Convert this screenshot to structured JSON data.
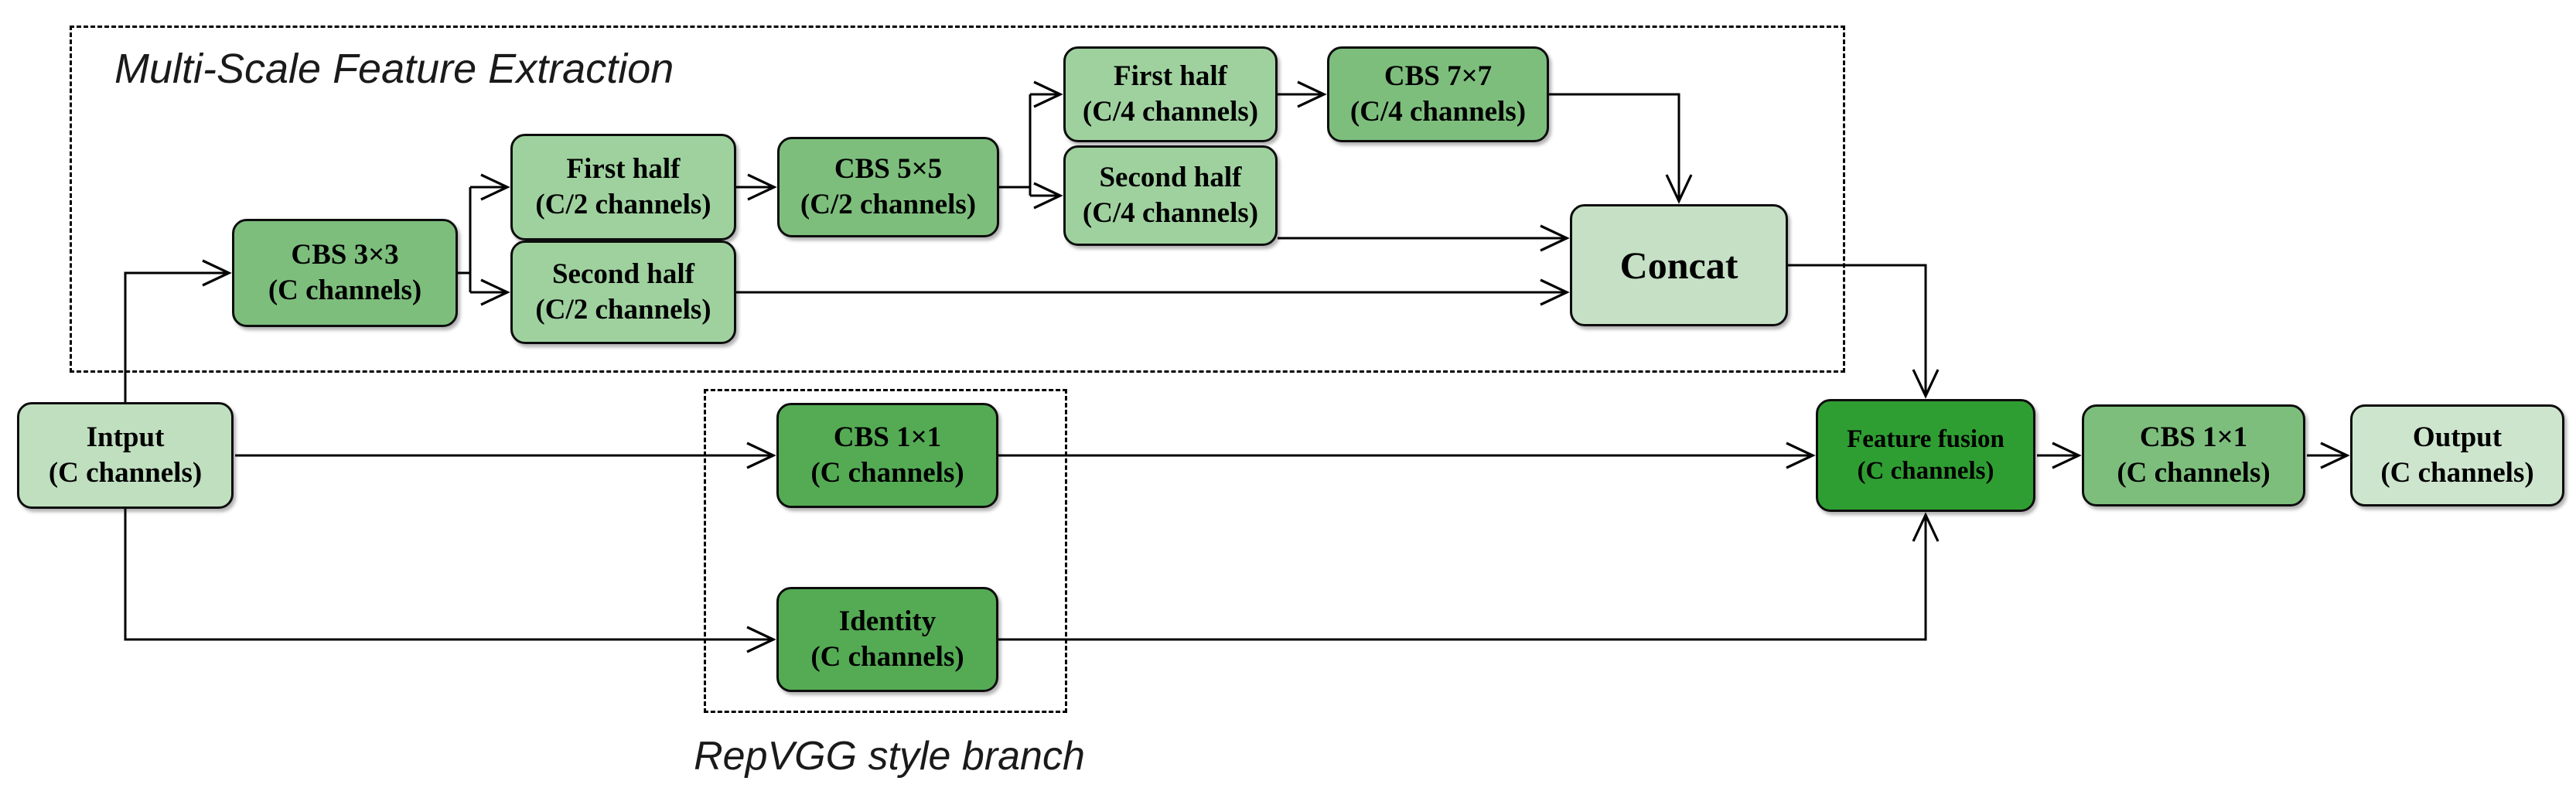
{
  "diagram": {
    "groups": {
      "msfe_label": "Multi-Scale Feature Extraction",
      "repvgg_label": "RepVGG style branch"
    },
    "nodes": {
      "input": {
        "line1": "Intput",
        "line2": "(C channels)",
        "fill": "#bfdfbf"
      },
      "cbs3": {
        "line1": "CBS 3×3",
        "line2": "(C channels)",
        "fill": "#7dbe7d"
      },
      "first_half_c2": {
        "line1": "First half",
        "line2": "(C/2 channels)",
        "fill": "#9fd19f"
      },
      "second_half_c2": {
        "line1": "Second half",
        "line2": "(C/2 channels)",
        "fill": "#9fd19f"
      },
      "cbs5": {
        "line1": "CBS 5×5",
        "line2": "(C/2 channels)",
        "fill": "#7dbe7d"
      },
      "first_half_c4": {
        "line1": "First half",
        "line2": "(C/4 channels)",
        "fill": "#9fd19f"
      },
      "second_half_c4": {
        "line1": "Second half",
        "line2": "(C/4 channels)",
        "fill": "#9fd19f"
      },
      "cbs7": {
        "line1": "CBS 7×7",
        "line2": "(C/4 channels)",
        "fill": "#7dbe7d"
      },
      "concat": {
        "line1": "Concat",
        "fill": "#c5e0c5"
      },
      "cbs1_repvgg": {
        "line1": "CBS 1×1",
        "line2": "(C channels)",
        "fill": "#54ab54"
      },
      "identity": {
        "line1": "Identity",
        "line2": "(C channels)",
        "fill": "#54ab54"
      },
      "feature_fusion": {
        "line1": "Feature fusion",
        "line2": "(C channels)",
        "fill": "#2f9e32"
      },
      "cbs1_out": {
        "line1": "CBS 1×1",
        "line2": "(C channels)",
        "fill": "#7dbe7d"
      },
      "output": {
        "line1": "Output",
        "line2": "(C channels)",
        "fill": "#cde5cd"
      }
    },
    "colors": {
      "line": "#000000",
      "node_border": "#0d0d0d",
      "background": "#ffffff"
    }
  }
}
